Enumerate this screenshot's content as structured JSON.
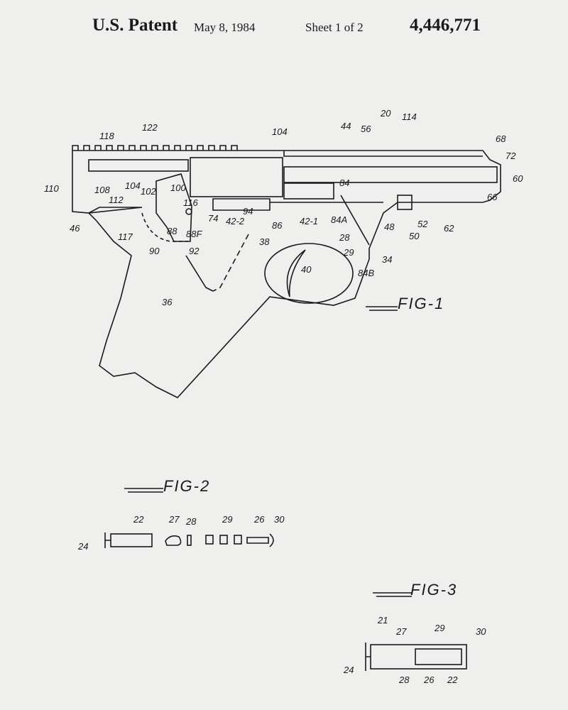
{
  "header": {
    "title": "U.S. Patent",
    "date": "May 8, 1984",
    "sheet": "Sheet 1 of 2",
    "patent_number": "4,446,771"
  },
  "figures": {
    "fig1": "FIG-1",
    "fig2": "FIG-2",
    "fig3": "FIG-3"
  },
  "fig1_labels": [
    "20",
    "114",
    "44",
    "56",
    "104",
    "118",
    "122",
    "68",
    "72",
    "60",
    "66",
    "110",
    "108",
    "104",
    "102",
    "100",
    "112",
    "116",
    "74",
    "94",
    "42-2",
    "84",
    "42-1",
    "86",
    "84A",
    "28",
    "29",
    "48",
    "50",
    "52",
    "62",
    "34",
    "84B",
    "40",
    "46",
    "117",
    "88",
    "88F",
    "90",
    "92",
    "38",
    "36"
  ],
  "fig2_labels": [
    "22",
    "27",
    "28",
    "29",
    "26",
    "30",
    "24"
  ],
  "fig3_labels": [
    "21",
    "27",
    "29",
    "30",
    "24",
    "28",
    "26",
    "22"
  ]
}
